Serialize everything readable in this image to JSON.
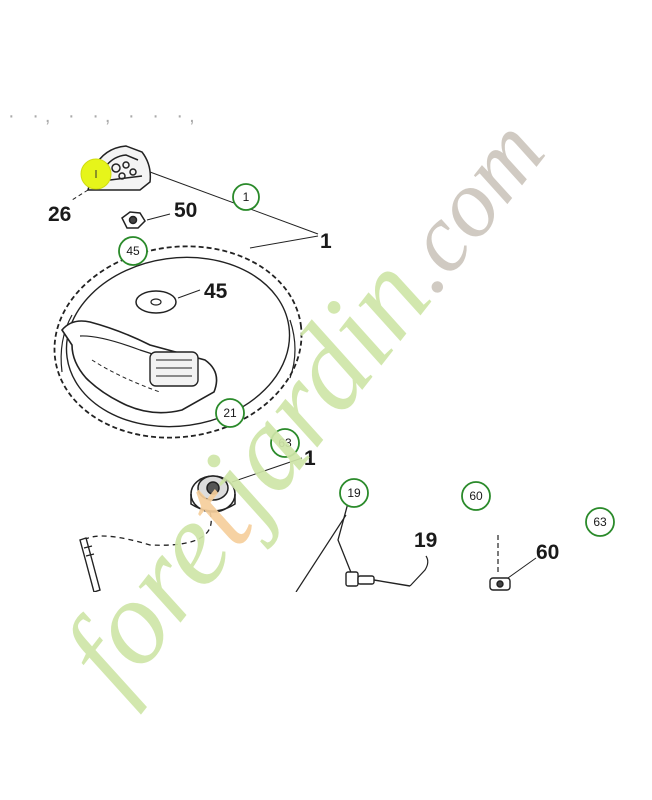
{
  "diagram": {
    "header_fragment": "· ·, · ·, · · ·,",
    "plain_numbers": {
      "n26": "26",
      "n50": "50",
      "n1": "1",
      "n45": "45",
      "n1b": "1",
      "n19": "19",
      "n60": "60"
    },
    "circled_callouts": {
      "c1": "1",
      "c45": "45",
      "c21": "21",
      "c63": "63",
      "c19": "19",
      "c60": "60",
      "c63b": "63"
    },
    "highlight_color": "#e6f51a",
    "callout_ring_color": "#2a8a2a"
  },
  "watermark": {
    "part1": "foret",
    "part2": "jardin",
    "part3": ".com",
    "colors": {
      "foret": "#cfe6a8",
      "t": "#f6cf9c",
      "jardin": "#cfe6a8",
      "com": "#cdc6bd"
    }
  }
}
